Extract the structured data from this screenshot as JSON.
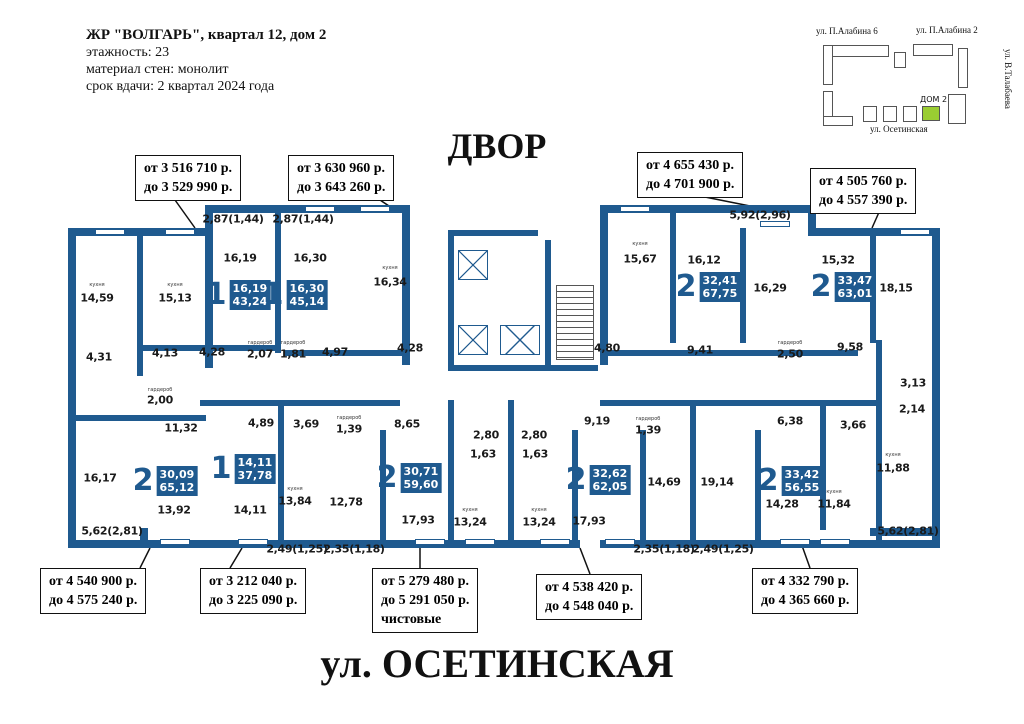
{
  "info": {
    "title": "ЖР \"ВОЛГАРЬ\", квартал 12, дом 2",
    "floors": "этажность: 23",
    "material": "материал стен: монолит",
    "deadline": "срок вдачи: 2 квартал 2024 года"
  },
  "map": {
    "street1": "ул. П.Алабина 6",
    "street2": "ул. П.Алабина 2",
    "street3": "ул. В.Талабаева",
    "street4": "ул. Осетинская",
    "house": "ДОМ 2",
    "highlight": "#9acd32"
  },
  "headings": {
    "yard": "ДВОР",
    "street": "ул. ОСЕТИНСКАЯ"
  },
  "colors": {
    "wall": "#1f5a8f"
  },
  "room_labels": [
    "14,59",
    "15,13",
    "16,19",
    "16,30",
    "16,34",
    "4,31",
    "4,13",
    "4,28",
    "2,07",
    "1,81",
    "4,97",
    "4,28",
    "2,00",
    "11,32",
    "4,89",
    "3,69",
    "1,39",
    "8,65",
    "16,17",
    "13,92",
    "14,11",
    "13,84",
    "12,78",
    "17,93",
    "5,62(2,81)",
    "2,80",
    "1,63",
    "2,80",
    "1,63",
    "13,24",
    "13,24",
    "15,67",
    "16,12",
    "16,29",
    "15,32",
    "18,15",
    "4,80",
    "9,41",
    "2,50",
    "9,58",
    "3,13",
    "2,14",
    "9,19",
    "1,39",
    "14,69",
    "19,14",
    "6,38",
    "3,66",
    "11,88",
    "14,28",
    "11,84",
    "17,93",
    "5,62(2,81)",
    "2,87(1,44)",
    "2,87(1,44)",
    "5,92(2,96)",
    "2,49(1,25)",
    "2,35(1,18)",
    "2,35(1,18)",
    "2,49(1,25)"
  ],
  "small_labels": [
    "кухня",
    "кухня",
    "кухня",
    "гардероб",
    "гардероб",
    "гардероб",
    "гардероб",
    "кухня",
    "кухня",
    "гардероб",
    "гардероб",
    "кухня",
    "кухня",
    "кухня",
    "кухня"
  ],
  "apartments": [
    {
      "rooms": "1",
      "living": "16,19",
      "total": "43,24"
    },
    {
      "rooms": "1",
      "living": "16,30",
      "total": "45,14"
    },
    {
      "rooms": "2",
      "living": "30,09",
      "total": "65,12"
    },
    {
      "rooms": "1",
      "living": "14,11",
      "total": "37,78"
    },
    {
      "rooms": "2",
      "living": "30,71",
      "total": "59,60"
    },
    {
      "rooms": "2",
      "living": "32,62",
      "total": "62,05"
    },
    {
      "rooms": "2",
      "living": "32,41",
      "total": "67,75"
    },
    {
      "rooms": "2",
      "living": "33,47",
      "total": "63,01"
    },
    {
      "rooms": "2",
      "living": "33,42",
      "total": "56,55"
    }
  ],
  "prices": [
    {
      "from": "от 3 516 710 р.",
      "to": "до 3 529 990 р."
    },
    {
      "from": "от 3 630 960 р.",
      "to": "до 3 643 260 р."
    },
    {
      "from": "от 4 655 430 р.",
      "to": "до 4 701 900 р."
    },
    {
      "from": "от 4 505 760 р.",
      "to": "до 4 557 390 р."
    },
    {
      "from": "от 4 540 900 р.",
      "to": "до 4 575 240 р."
    },
    {
      "from": "от 3 212 040 р.",
      "to": "до 3 225 090 р."
    },
    {
      "from": "от 5 279 480 р.",
      "to": "до 5 291 050 р.",
      "note": "чистовые"
    },
    {
      "from": "от 4 538 420 р.",
      "to": "до 4 548 040 р."
    },
    {
      "from": "от 4 332 790 р.",
      "to": "до 4 365 660 р."
    }
  ]
}
